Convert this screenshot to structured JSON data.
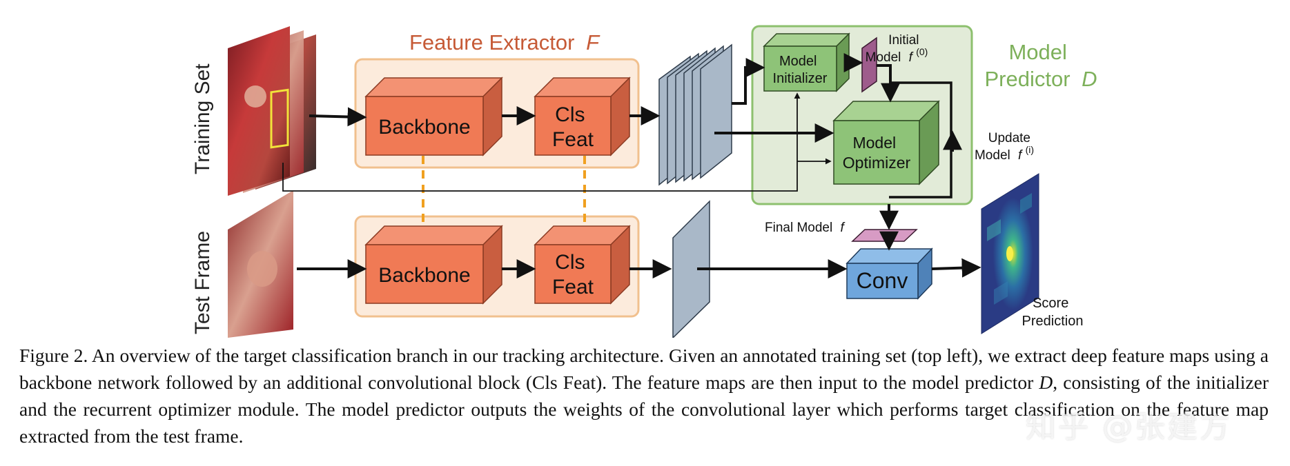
{
  "diagram": {
    "row_labels": {
      "training": "Training Set",
      "test": "Test Frame"
    },
    "feature_extractor": {
      "title": "Feature Extractor",
      "symbol": "F",
      "backbone_label": "Backbone",
      "cls_label_line1": "Cls",
      "cls_label_line2": "Feat"
    },
    "model_predictor": {
      "title_line1": "Model",
      "title_line2": "Predictor",
      "symbol": "D",
      "initializer_line1": "Model",
      "initializer_line2": "Initializer",
      "optimizer_line1": "Model",
      "optimizer_line2": "Optimizer",
      "initial_line1": "Initial",
      "initial_line2": "Model",
      "initial_symbol": "f",
      "initial_sup": "(0)"
    },
    "update_model": {
      "line1": "Update",
      "line2": "Model",
      "symbol": "f",
      "sup": "(i)"
    },
    "final_model": {
      "text": "Final Model",
      "symbol": "f"
    },
    "conv_label": "Conv",
    "score": {
      "line1": "Score",
      "line2": "Prediction"
    },
    "colors": {
      "block_face": "#F07A55",
      "block_top": "#F39273",
      "block_side": "#C95E40",
      "extractor_bg": "#FCEBDC",
      "extractor_border": "#F1C08E",
      "predictor_bg": "#E2EBD8",
      "predictor_border": "#8DC06E",
      "green_face": "#8EC378",
      "green_side": "#6A9B55",
      "conv_face": "#6FA6DC",
      "conv_side": "#4F82B8",
      "featuremap": "#A9B8C8",
      "title_orange": "#C65A36",
      "title_green": "#7DB05A",
      "dashed": "#F0A020",
      "model_vec": "#9E5C8C",
      "final_vec": "#D79BC4"
    }
  },
  "caption": {
    "part1": "Figure 2. An overview of the target classification branch in our tracking architecture. Given an annotated training set (top left), we extract deep feature maps using a backbone network followed by an additional convolutional block (Cls Feat). The feature maps are then input to the model predictor ",
    "math": "D",
    "part2": ", consisting of the initializer and the recurrent optimizer module. The model predictor outputs the weights of the convolutional layer which performs target classification on the feature map extracted from the test frame."
  },
  "watermark": "知乎 @张建方"
}
